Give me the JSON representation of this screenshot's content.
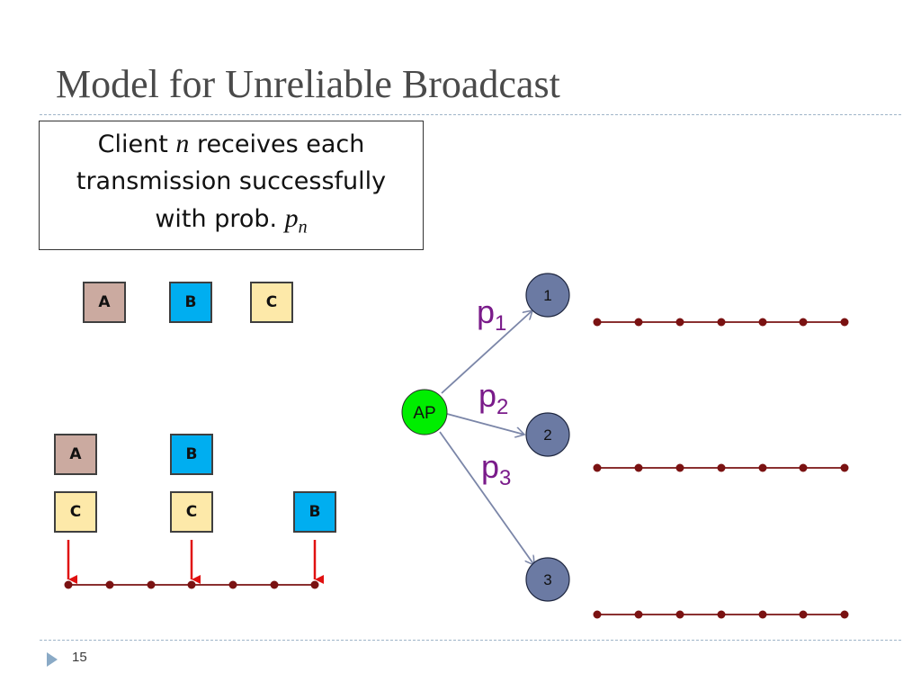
{
  "slide": {
    "title": "Model for Unreliable Broadcast",
    "number": "15"
  },
  "callout": {
    "line1_prefix": "Client ",
    "line1_var": "n",
    "line1_suffix": " receives each",
    "line2": "transmission successfully",
    "line3_prefix": "with prob. ",
    "line3_var": "p",
    "line3_sub": "n"
  },
  "packets": {
    "queue": [
      "A",
      "B",
      "C"
    ],
    "schedule_row1": [
      "A",
      "B"
    ],
    "schedule_row2": [
      "C",
      "C",
      "B"
    ]
  },
  "network": {
    "ap_label": "AP",
    "clients": [
      "1",
      "2",
      "3"
    ],
    "links": [
      {
        "p": "p",
        "sub": "1"
      },
      {
        "p": "p",
        "sub": "2"
      },
      {
        "p": "p",
        "sub": "3"
      }
    ]
  },
  "colors": {
    "packet_a": "#cbaaa0",
    "packet_b": "#00aef0",
    "packet_c": "#fde9a9",
    "ap_fill": "#00ee00",
    "client_fill": "#6b7aa3",
    "link_label": "#7a1b8a",
    "timeline": "#7a1212",
    "arrow_red": "#e01010",
    "edge": "#7b86a8"
  }
}
